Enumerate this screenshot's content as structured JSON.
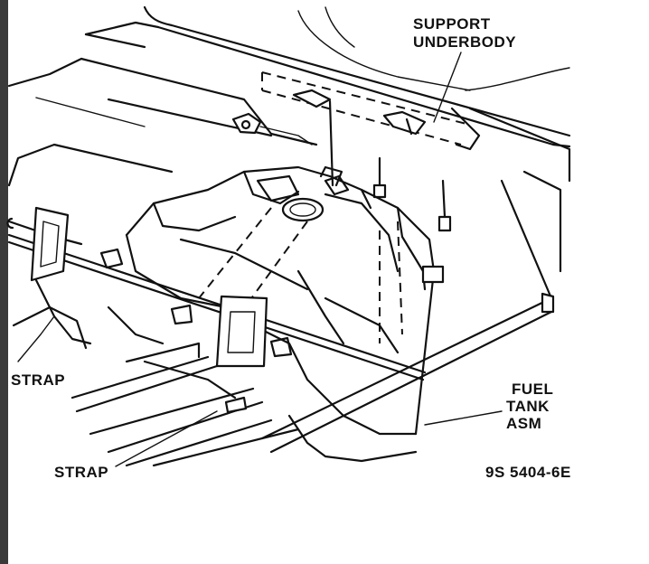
{
  "labels": {
    "support_line1": "SUPPORT",
    "support_line2": "UNDERBODY",
    "strap_upper": "STRAP",
    "strap_lower": "STRAP",
    "fuel_line1": "FUEL",
    "fuel_line2": "TANK",
    "fuel_line3": "ASM",
    "figure_code": "9S 5404-6E"
  },
  "colors": {
    "left_bar": "#3a3a3a",
    "ink": "#111111"
  }
}
